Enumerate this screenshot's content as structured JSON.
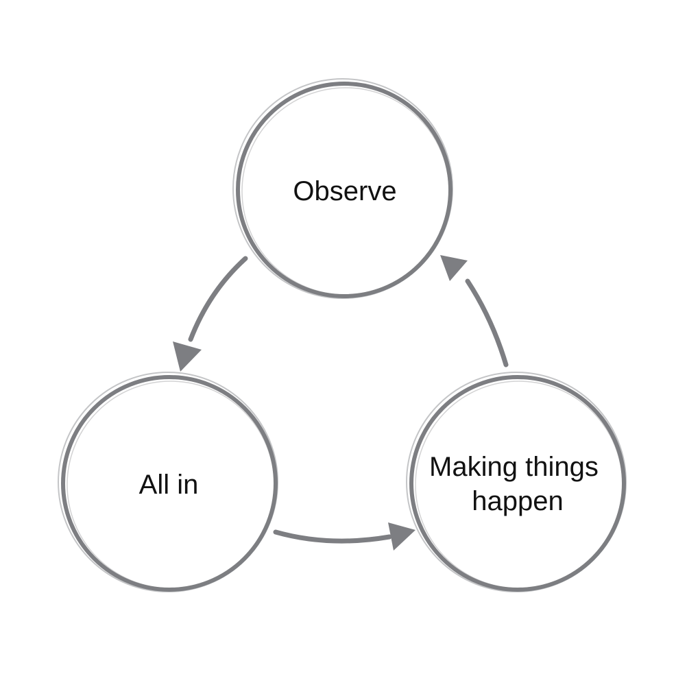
{
  "diagram": {
    "stroke_color": "#7d7e82",
    "text_color": "#111111",
    "nodes": [
      {
        "id": "observe",
        "lines": [
          "Observe"
        ]
      },
      {
        "id": "all-in",
        "lines": [
          "All in"
        ]
      },
      {
        "id": "making-things-happen",
        "lines": [
          "Making things",
          "happen"
        ]
      }
    ],
    "edges": [
      {
        "from": "observe",
        "to": "all-in"
      },
      {
        "from": "all-in",
        "to": "making-things-happen"
      },
      {
        "from": "making-things-happen",
        "to": "observe"
      }
    ]
  }
}
